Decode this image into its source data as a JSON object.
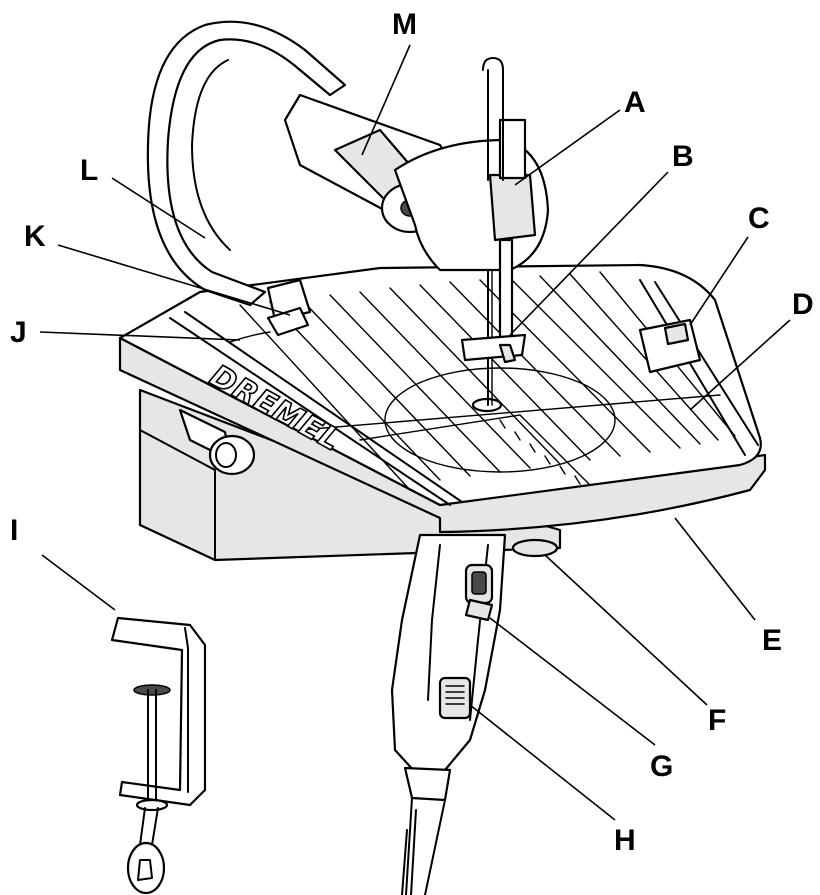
{
  "logo": {
    "text": "DREMEL"
  },
  "callouts": [
    {
      "id": "A",
      "label": "A"
    },
    {
      "id": "B",
      "label": "B"
    },
    {
      "id": "C",
      "label": "C"
    },
    {
      "id": "D",
      "label": "D"
    },
    {
      "id": "E",
      "label": "E"
    },
    {
      "id": "F",
      "label": "F"
    },
    {
      "id": "G",
      "label": "G"
    },
    {
      "id": "H",
      "label": "H"
    },
    {
      "id": "I",
      "label": "I"
    },
    {
      "id": "J",
      "label": "J"
    },
    {
      "id": "K",
      "label": "K"
    },
    {
      "id": "L",
      "label": "L"
    },
    {
      "id": "M",
      "label": "M"
    }
  ]
}
